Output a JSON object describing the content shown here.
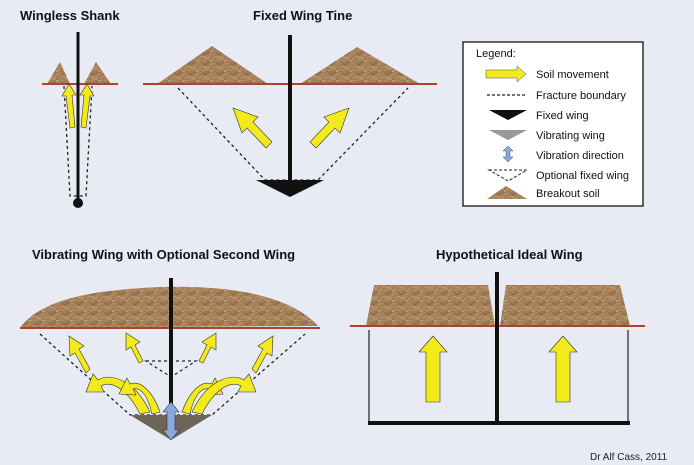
{
  "titles": {
    "wingless": "Wingless Shank",
    "fixed": "Fixed Wing Tine",
    "vibrating": "Vibrating Wing with Optional Second Wing",
    "ideal": "Hypothetical Ideal Wing"
  },
  "legend": {
    "heading": "Legend:",
    "items": [
      {
        "label": "Soil movement",
        "icon": "yellow-arrow-icon"
      },
      {
        "label": "Fracture boundary",
        "icon": "dashed-line-icon"
      },
      {
        "label": "Fixed wing",
        "icon": "black-wing-icon"
      },
      {
        "label": "Vibrating wing",
        "icon": "grey-wing-icon"
      },
      {
        "label": "Vibration direction",
        "icon": "double-arrow-icon"
      },
      {
        "label": "Optional fixed wing",
        "icon": "dashed-triangle-icon"
      },
      {
        "label": "Breakout soil",
        "icon": "soil-mound-icon"
      }
    ]
  },
  "credit": "Dr Alf Cass, 2011",
  "colors": {
    "background": "#e8ebf3",
    "soil": "#a4825a",
    "surface": "#b04030",
    "arrow": "#f2ea1a",
    "vibration_arrow": "#8aa8d8",
    "vibrating_wing": "#6d6558"
  }
}
